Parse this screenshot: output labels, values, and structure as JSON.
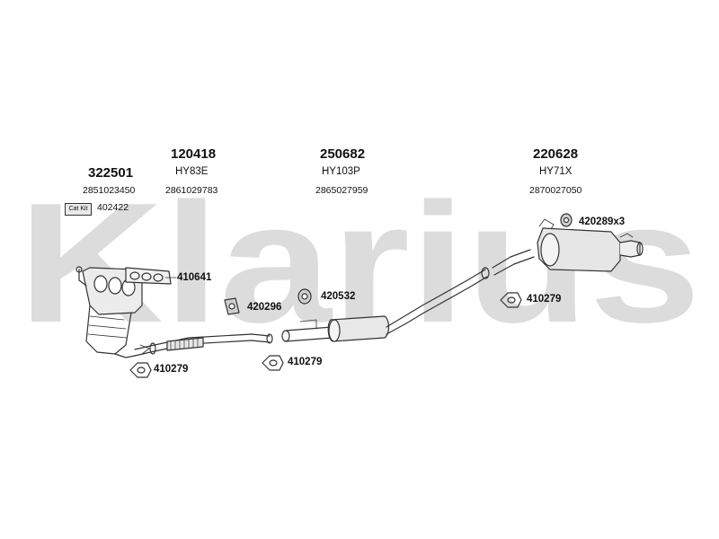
{
  "watermark": {
    "brand": "Klarius"
  },
  "groups": [
    {
      "part_number": "322501",
      "oem_number": "2851023450"
    },
    {
      "part_number": "120418",
      "code": "HY83E",
      "oem_number": "2861029783"
    },
    {
      "part_number": "250682",
      "code": "HY103P",
      "oem_number": "2865027959"
    },
    {
      "part_number": "220628",
      "code": "HY71X",
      "oem_number": "2870027050"
    }
  ],
  "catkit": {
    "badge": "Cat Kit",
    "number": "402422"
  },
  "fittings": {
    "gasket_manifold": "410641",
    "hanger_front": "420296",
    "hanger_mid": "420532",
    "hanger_rear": "420289x3",
    "gasket_front": "410279",
    "gasket_mid": "410279",
    "gasket_rear": "410279"
  },
  "colors": {
    "watermark": "#dcdcdc",
    "line": "#333333",
    "fill": "#e6e6e6"
  }
}
